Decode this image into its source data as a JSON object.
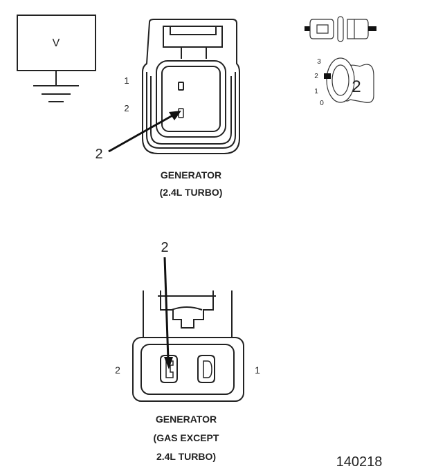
{
  "meter": {
    "label": "V"
  },
  "top_connector": {
    "pins": [
      "1",
      "2"
    ],
    "callout": "2",
    "caption_line1": "GENERATOR",
    "caption_line2": "(2.4L TURBO)"
  },
  "probe_icon": {
    "ticks": [
      "3",
      "2",
      "1",
      "0"
    ],
    "number": "2"
  },
  "bottom_connector": {
    "callout": "2",
    "pin_left": "2",
    "pin_right": "1",
    "caption_line1": "GENERATOR",
    "caption_line2": "(GAS EXCEPT",
    "caption_line3": "2.4L TURBO)"
  },
  "figure_id": "140218"
}
